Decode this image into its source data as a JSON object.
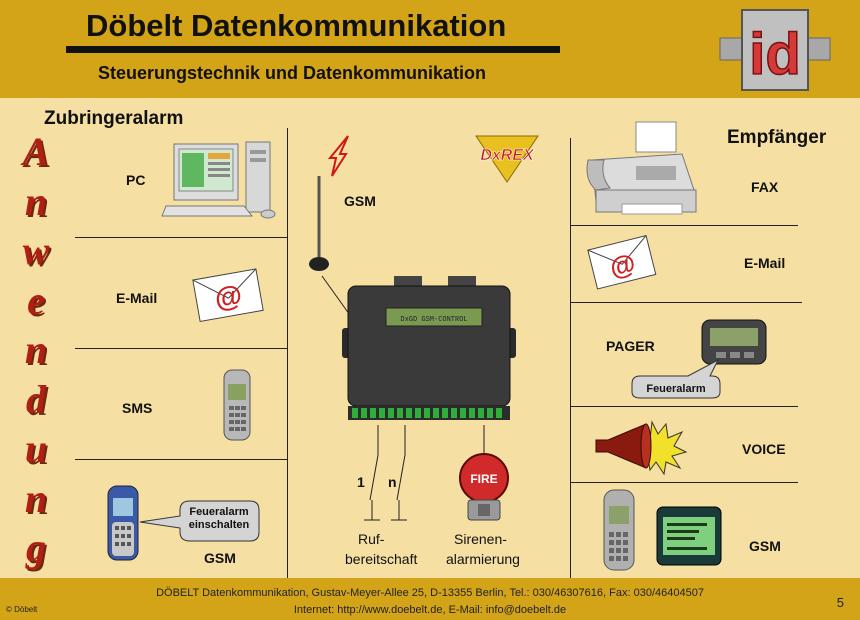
{
  "header": {
    "title": "Döbelt Datenkommunikation",
    "subtitle": "Steuerungstechnik und Datenkommunikation",
    "logo_text": "id"
  },
  "left": {
    "heading": "Zubringeralarm",
    "vertical_letters": [
      "A",
      "n",
      "w",
      "e",
      "n",
      "d",
      "u",
      "n",
      "g"
    ],
    "items": [
      {
        "label": "PC"
      },
      {
        "label": "E-Mail"
      },
      {
        "label": "SMS"
      },
      {
        "label": "GSM"
      }
    ],
    "bubble": "Feueralarm einschalten"
  },
  "center": {
    "brand": "DxREX",
    "gsm_label": "GSM",
    "device_display": "DxGD GSM-CONTROL",
    "switch_1": "1",
    "switch_n": "n",
    "fire_label": "FIRE",
    "ruf_label_1": "Ruf-",
    "ruf_label_2": "bereitschaft",
    "siren_label_1": "Sirenen-",
    "siren_label_2": "alarmierung"
  },
  "right": {
    "heading": "Empfänger",
    "items": [
      {
        "label": "FAX"
      },
      {
        "label": "E-Mail"
      },
      {
        "label": "PAGER"
      },
      {
        "label": "VOICE"
      },
      {
        "label": "GSM"
      }
    ],
    "pager_bubble": "Feueralarm"
  },
  "footer": {
    "line1": "DÖBELT Datenkommunikation, Gustav-Meyer-Allee 25, D-13355 Berlin, Tel.: 030/46307616, Fax: 030/46404507",
    "line2": "Internet: http://www.doebelt.de, E-Mail: info@doebelt.de",
    "copyright": "© Döbelt",
    "page_number": "5"
  },
  "colors": {
    "header_bg": "#d4a418",
    "page_bg": "#f5dfa3",
    "accent_red": "#b01e14"
  }
}
